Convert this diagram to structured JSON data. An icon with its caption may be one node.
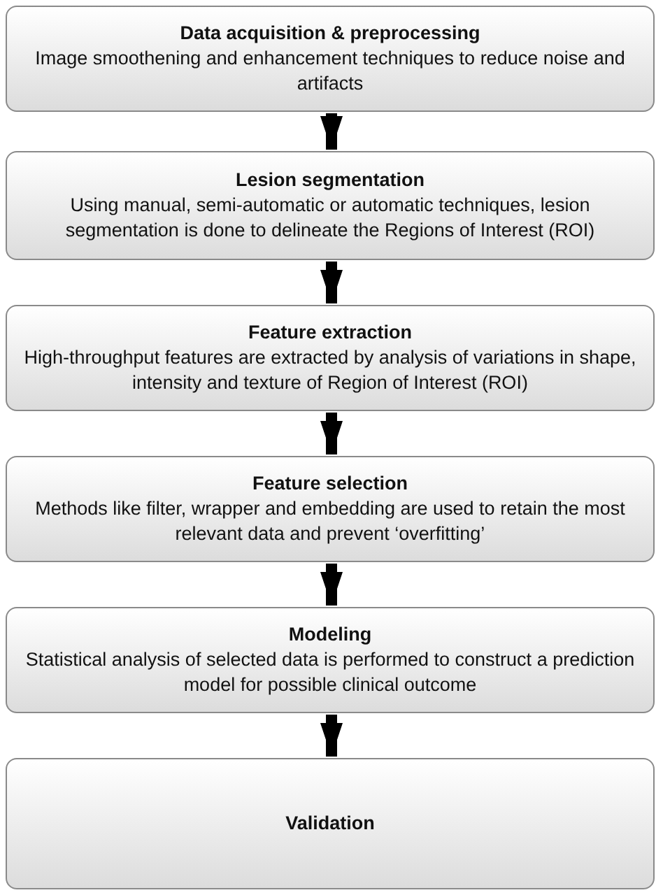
{
  "diagram": {
    "nodes": [
      {
        "text": [
          "Data acquisition & preprocessing",
          "Image smoothening and enhancement techniques to reduce noise and artifacts"
        ]
      },
      {
        "text": [
          "Lesion segmentation",
          "Using manual, semi-automatic or automatic techniques, lesion segmentation is done to delineate the Regions of Interest (ROI)"
        ]
      },
      {
        "text": [
          "Feature extraction",
          "High-throughput features are extracted by analysis of variations in shape, intensity and texture of Region of Interest (ROI)"
        ]
      },
      {
        "text": [
          "Feature selection",
          "Methods like filter, wrapper and embedding are used to retain the most relevant data and prevent ‘overfitting’"
        ]
      },
      {
        "text": [
          "Modeling",
          "Statistical analysis of selected data is performed to construct a prediction model for possible clinical outcome"
        ]
      },
      {
        "text": [
          "Validation"
        ]
      }
    ],
    "edges": [
      {
        "from": 0,
        "to": 1,
        "arrow": "to"
      },
      {
        "from": 1,
        "to": 2,
        "arrow": "to"
      },
      {
        "from": 2,
        "to": 3,
        "arrow": "to"
      },
      {
        "from": 3,
        "to": 4,
        "arrow": "to"
      },
      {
        "from": 4,
        "to": 5,
        "arrow": "to"
      }
    ]
  }
}
